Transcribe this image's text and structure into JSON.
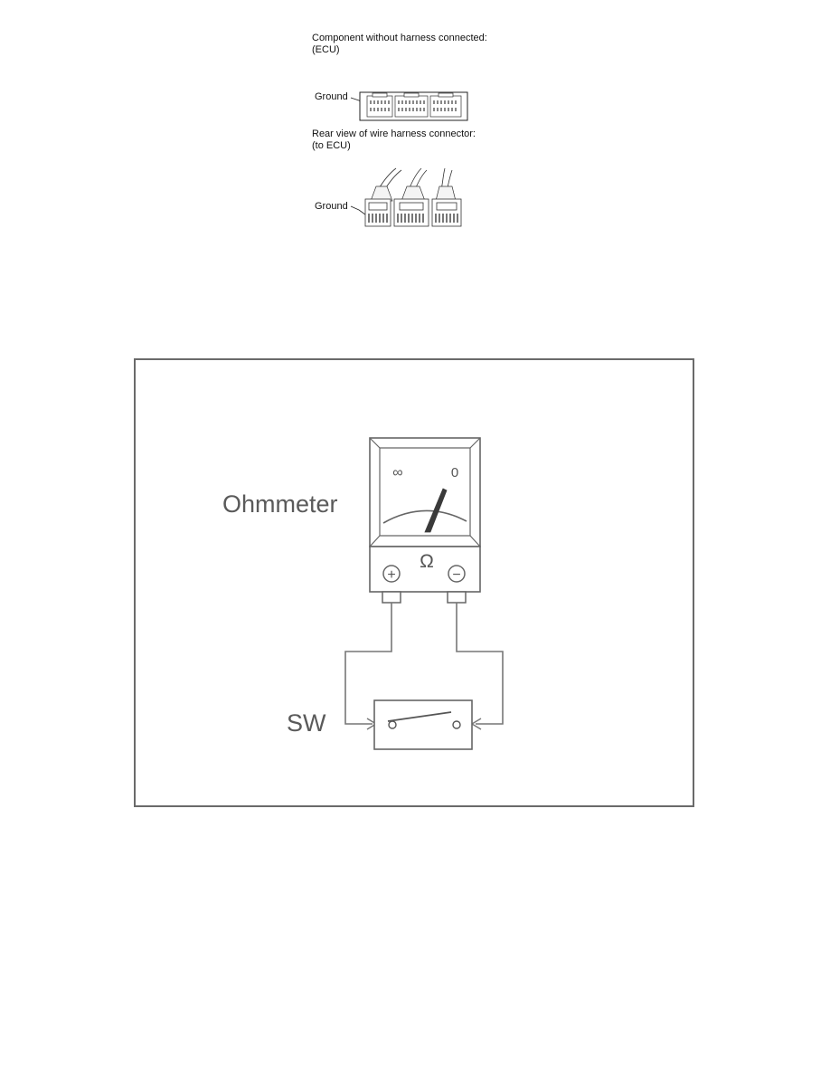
{
  "ecu_component": {
    "caption_line1": "Component without harness connected:",
    "caption_line2": "(ECU)",
    "ground_label": "Ground"
  },
  "harness_connector": {
    "caption_line1": "Rear view of wire harness connector:",
    "caption_line2": "(to ECU)",
    "ground_label": "Ground"
  },
  "ohmmeter_diagram": {
    "meter_label": "Ohmmeter",
    "switch_label": "SW",
    "scale_left": "∞",
    "scale_right": "0",
    "unit_symbol": "Ω",
    "plus_symbol": "+",
    "minus_symbol": "−"
  }
}
